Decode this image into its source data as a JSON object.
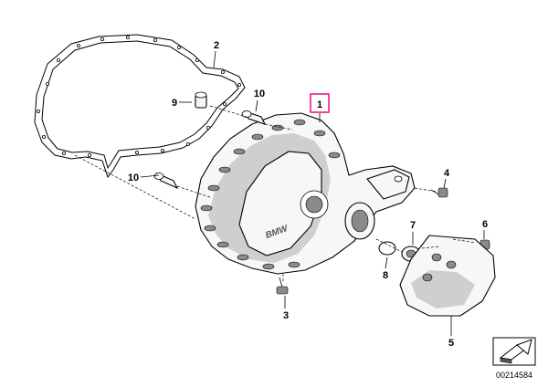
{
  "diagram": {
    "highlight_color": "#e0218a",
    "line_color": "#000000",
    "brand_mark": "BMW",
    "reference_number": "00214584",
    "nav_icon": "arrow-right-icon",
    "callouts": [
      {
        "id": "1",
        "label": "1",
        "highlighted": true
      },
      {
        "id": "2",
        "label": "2",
        "highlighted": false
      },
      {
        "id": "3",
        "label": "3",
        "highlighted": false
      },
      {
        "id": "4",
        "label": "4",
        "highlighted": false
      },
      {
        "id": "5",
        "label": "5",
        "highlighted": false
      },
      {
        "id": "6",
        "label": "6",
        "highlighted": false
      },
      {
        "id": "7",
        "label": "7",
        "highlighted": false
      },
      {
        "id": "8",
        "label": "8",
        "highlighted": false
      },
      {
        "id": "9",
        "label": "9",
        "highlighted": false
      },
      {
        "id": "10a",
        "label": "10",
        "highlighted": false
      },
      {
        "id": "10b",
        "label": "10",
        "highlighted": false
      }
    ]
  }
}
